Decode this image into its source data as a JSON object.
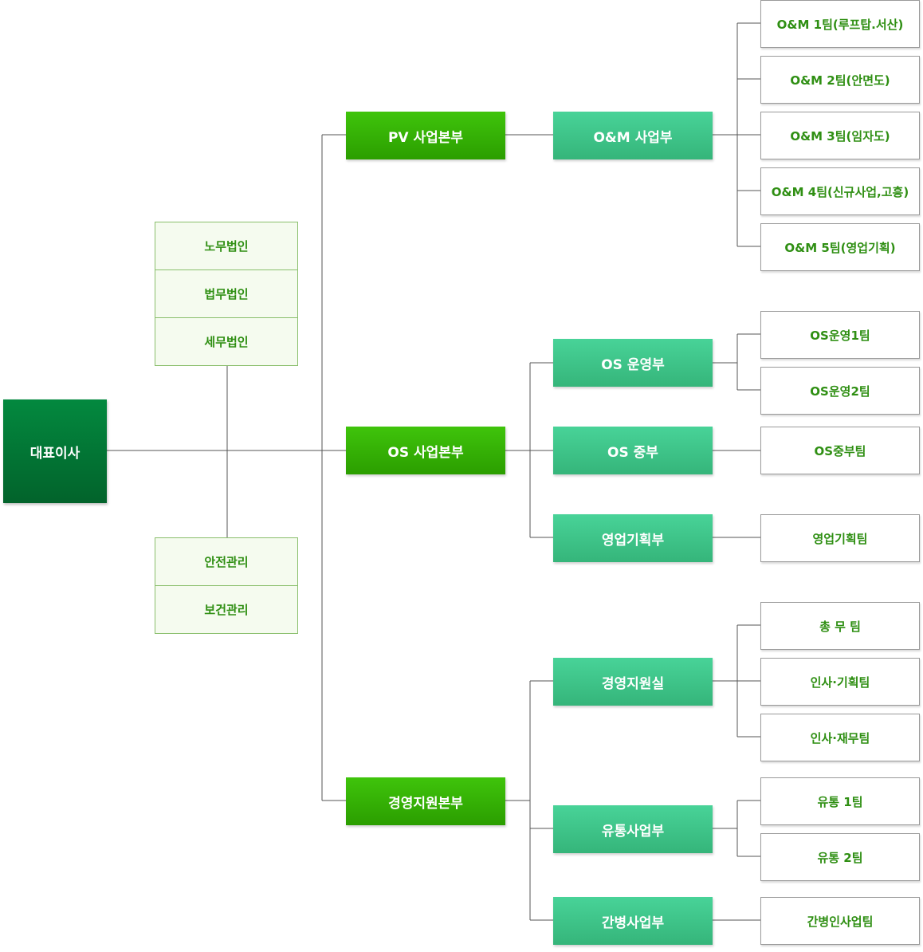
{
  "ceo": "대표이사",
  "advisors_top": [
    "노무법인",
    "법무법인",
    "세무법인"
  ],
  "advisors_bottom": [
    "안전관리",
    "보건관리"
  ],
  "divisions": {
    "pv": "PV 사업본부",
    "os": "OS 사업본부",
    "mgmt": "경영지원본부"
  },
  "departments": {
    "om": "O&M 사업부",
    "os_ops": "OS 운영부",
    "os_central": "OS 중부",
    "sales_plan": "영업기획부",
    "mgmt_office": "경영지원실",
    "distribution": "유통사업부",
    "nursing": "간병사업부"
  },
  "teams": {
    "om1": "O&M 1팀(루프탑.서산)",
    "om2": "O&M 2팀(안면도)",
    "om3": "O&M 3팀(임자도)",
    "om4": "O&M 4팀(신규사업,고흥)",
    "om5": "O&M 5팀(영업기획)",
    "os_ops1": "OS운영1팀",
    "os_ops2": "OS운영2팀",
    "os_central": "OS중부팀",
    "sales_plan": "영업기획팀",
    "general_affairs": "총 무 팀",
    "hr_planning": "인사·기획팀",
    "hr_finance": "인사·재무팀",
    "dist1": "유통 1팀",
    "dist2": "유통 2팀",
    "nursing": "간병인사업팀"
  },
  "colors": {
    "ceo": "#02793a",
    "division": "#34b204",
    "department": "#3fc58a",
    "team_text": "#2f8f13",
    "line": "#555555"
  }
}
